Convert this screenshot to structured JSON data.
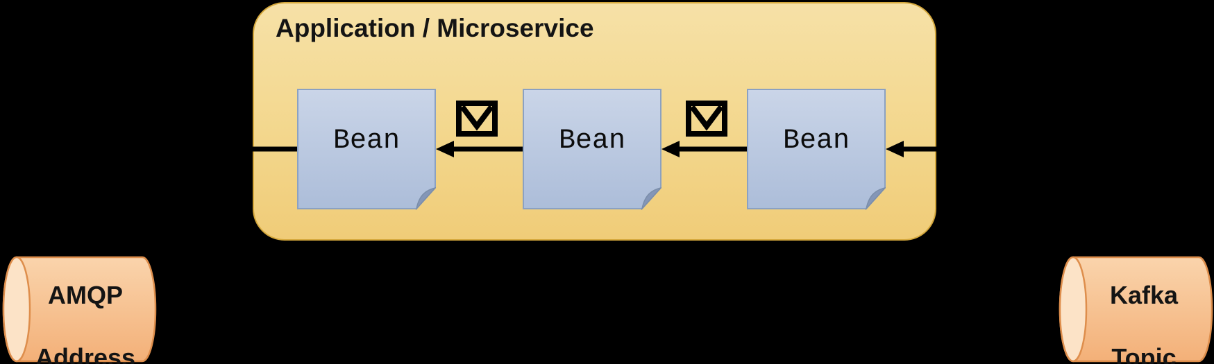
{
  "background_color": "#000000",
  "application_box": {
    "title": "Application / Microservice",
    "fill_top": "#F6E1A7",
    "fill_bottom": "#F0CC78",
    "border_color": "#D5A83C"
  },
  "beans": [
    {
      "label": "Bean"
    },
    {
      "label": "Bean"
    },
    {
      "label": "Bean"
    }
  ],
  "bean_style": {
    "fill_top": "#CAD5E8",
    "fill_bottom": "#ACBDD9",
    "border_color": "#8BA1C2",
    "fold_color": "#8496B7"
  },
  "message_icons": [
    {
      "name": "message-envelope-icon"
    },
    {
      "name": "message-envelope-icon"
    }
  ],
  "arrows": {
    "color": "#000000",
    "direction": "right-to-left",
    "count": 4,
    "description": "flow from Kafka Topic through three Beans toward AMQP Address"
  },
  "cylinders": [
    {
      "id": "amqp",
      "line1": "AMQP",
      "line2": "Address"
    },
    {
      "id": "kafka",
      "line1": "Kafka",
      "line2": "Topic"
    }
  ],
  "cylinder_style": {
    "fill_top": "#FAD4AC",
    "fill_bottom": "#F3B078",
    "cap_fill": "#FCE3C7",
    "border_color": "#DE8E4C"
  }
}
